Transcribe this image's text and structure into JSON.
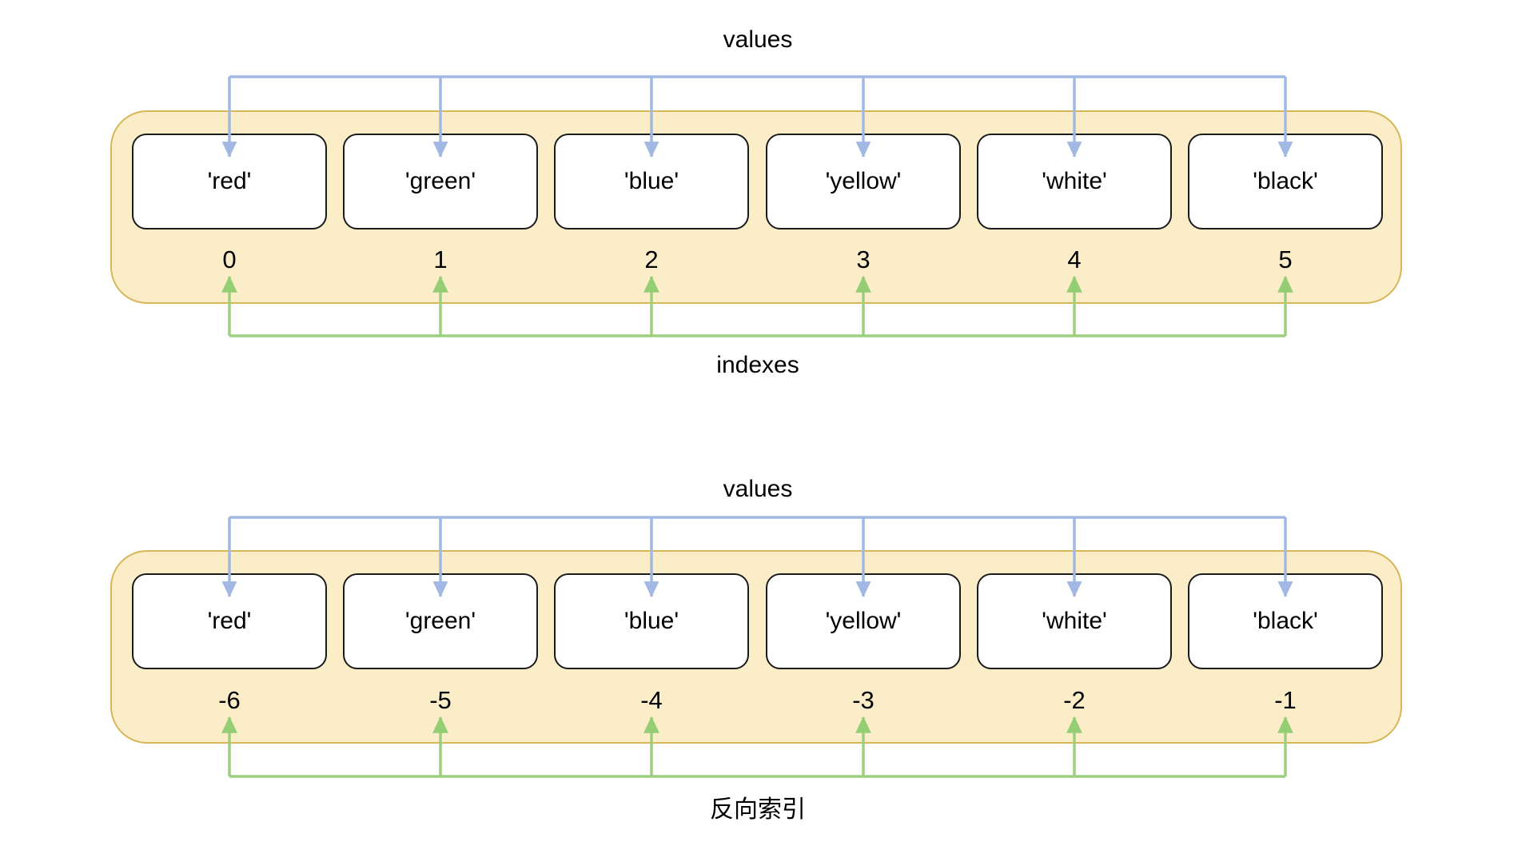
{
  "colors": {
    "container_fill": "#FBEDC8",
    "container_stroke": "#D6B656",
    "box_fill": "#FFFFFF",
    "box_stroke": "#1A1A1A",
    "values_arrow_color": "#A1B8E3",
    "indexes_arrow_color": "#9CD07E",
    "text_color": "#000000"
  },
  "diagrams": [
    {
      "top_label": "values",
      "bottom_label": "indexes",
      "cells": [
        {
          "value": "'red'",
          "index": "0"
        },
        {
          "value": "'green'",
          "index": "1"
        },
        {
          "value": "'blue'",
          "index": "2"
        },
        {
          "value": "'yellow'",
          "index": "3"
        },
        {
          "value": "'white'",
          "index": "4"
        },
        {
          "value": "'black'",
          "index": "5"
        }
      ]
    },
    {
      "top_label": "values",
      "bottom_label": "反向索引",
      "cells": [
        {
          "value": "'red'",
          "index": "-6"
        },
        {
          "value": "'green'",
          "index": "-5"
        },
        {
          "value": "'blue'",
          "index": "-4"
        },
        {
          "value": "'yellow'",
          "index": "-3"
        },
        {
          "value": "'white'",
          "index": "-2"
        },
        {
          "value": "'black'",
          "index": "-1"
        }
      ]
    }
  ]
}
